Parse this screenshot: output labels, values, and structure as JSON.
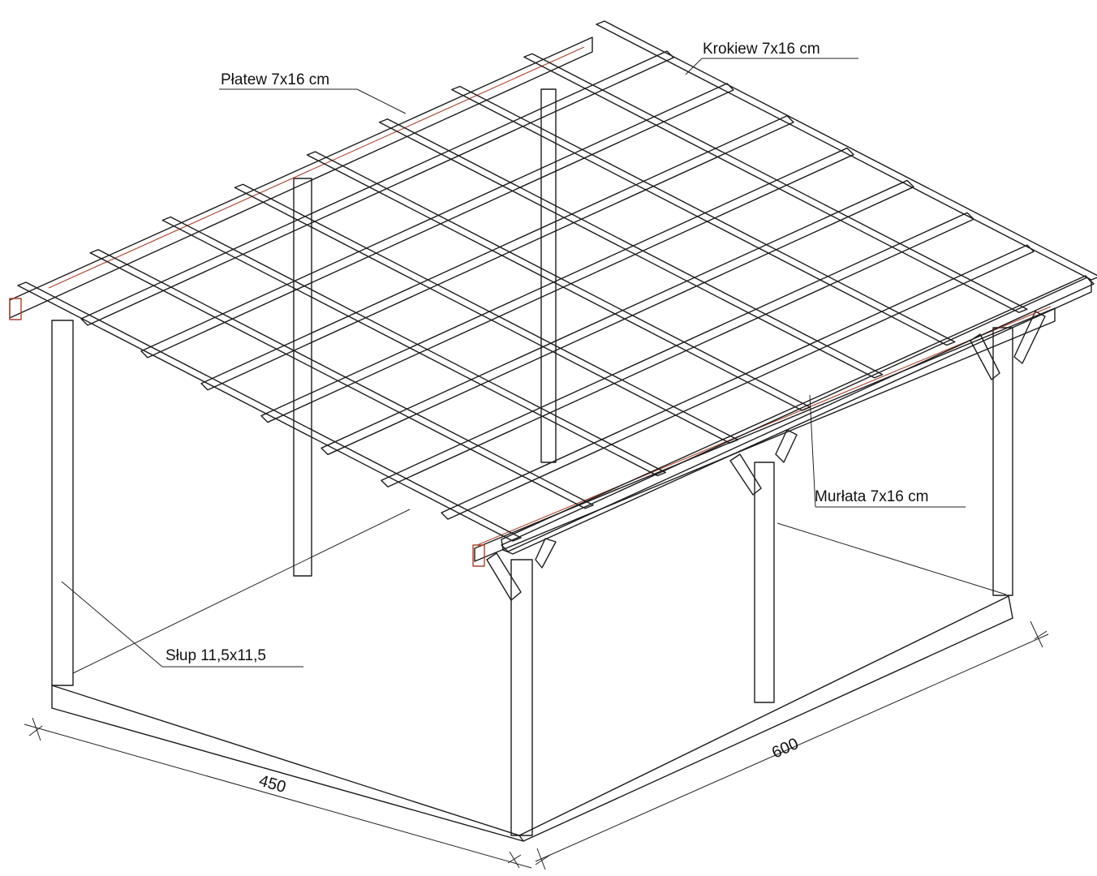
{
  "labels": {
    "purlin": "Płatew 7x16 cm",
    "rafter": "Krokiew 7x16 cm",
    "wall_plate": "Murłata 7x16 cm",
    "post": "Słup 11,5x11,5"
  },
  "dimensions": {
    "width": "450",
    "length": "600"
  }
}
